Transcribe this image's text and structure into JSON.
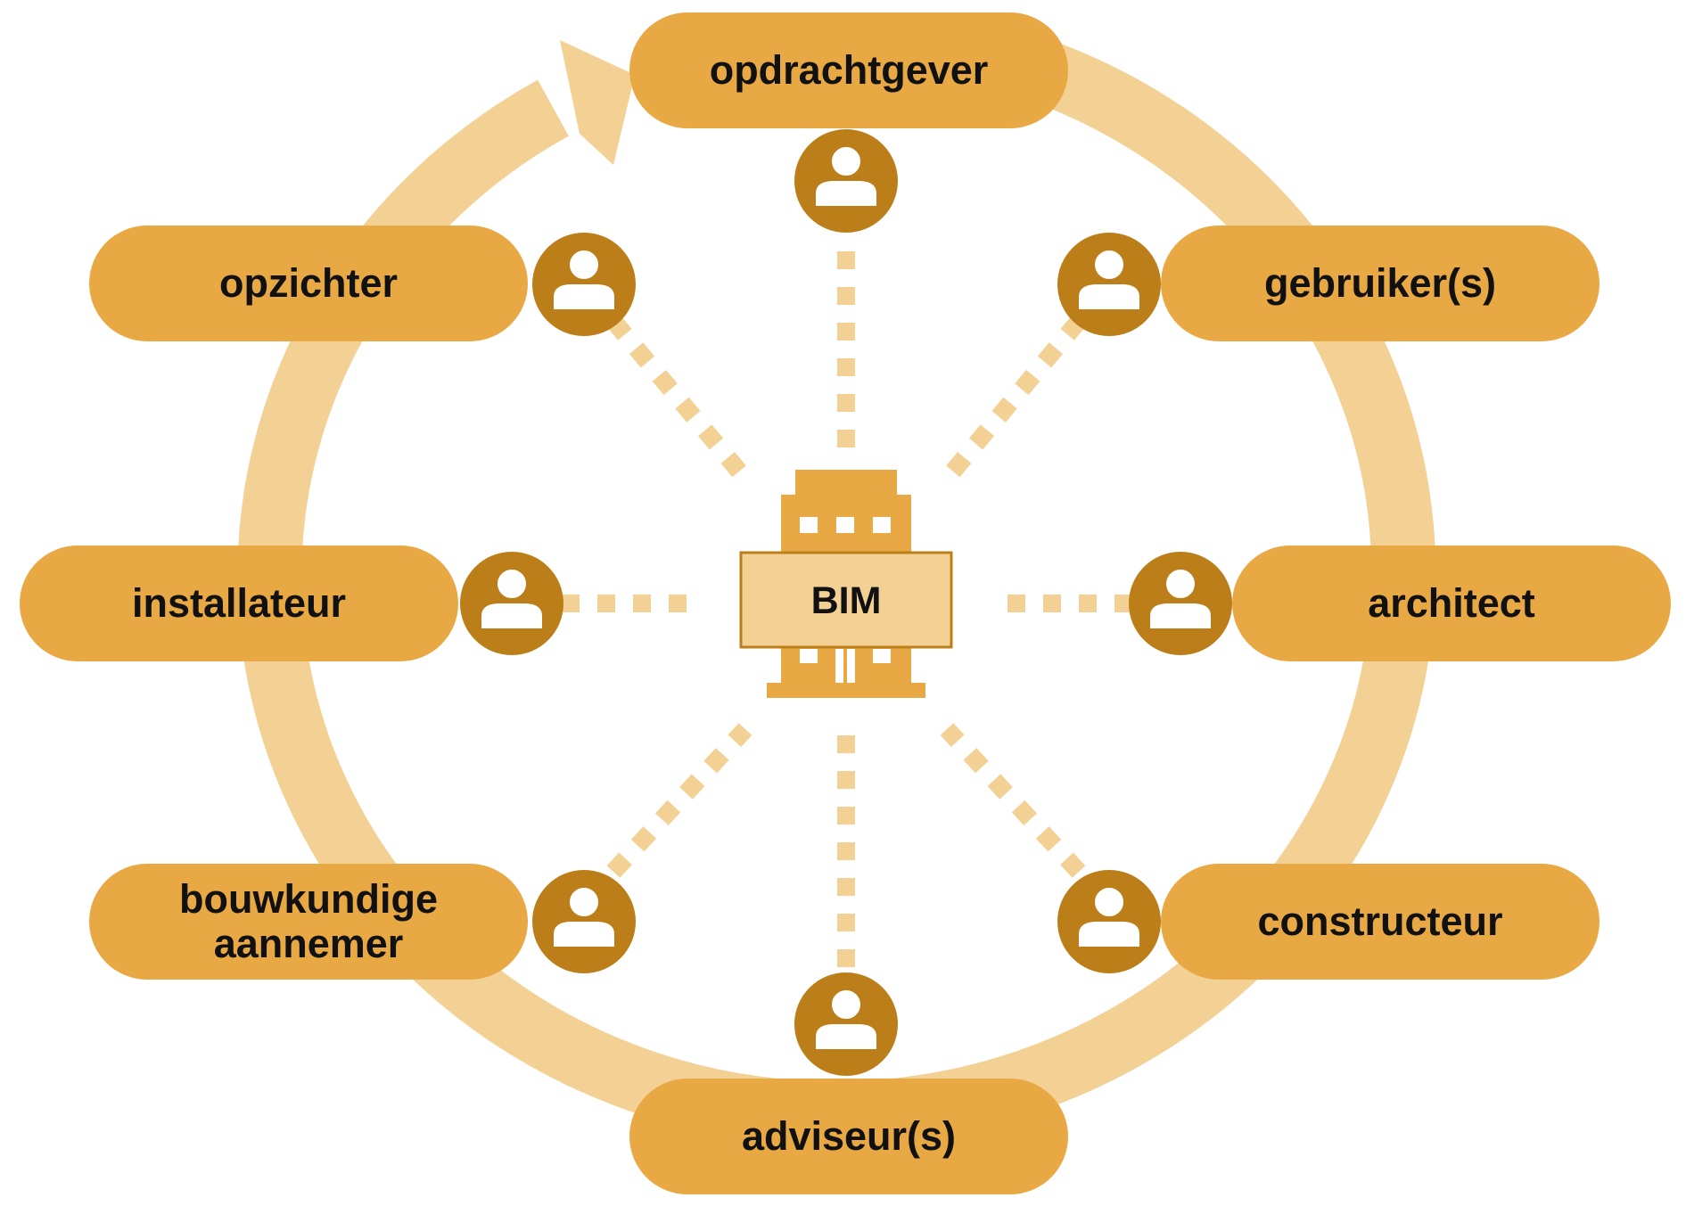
{
  "center": {
    "label": "BIM"
  },
  "colors": {
    "pill": "#E8A944",
    "person": "#BC7E19",
    "ring": "#F3D194",
    "connector": "#F3D194",
    "building": "#E8A944",
    "bim_box": "#F3D194",
    "bim_box_border": "#BC7E19",
    "text": "#111111"
  },
  "roles": [
    {
      "id": "opdrachtgever",
      "lines": [
        "opdrachtgever"
      ]
    },
    {
      "id": "gebruikers",
      "lines": [
        "gebruiker(s)"
      ]
    },
    {
      "id": "architect",
      "lines": [
        "architect"
      ]
    },
    {
      "id": "constructeur",
      "lines": [
        "constructeur"
      ]
    },
    {
      "id": "adviseurs",
      "lines": [
        "adviseur(s)"
      ]
    },
    {
      "id": "bouwkundige-aannemer",
      "lines": [
        "bouwkundige",
        "aannemer"
      ]
    },
    {
      "id": "installateur",
      "lines": [
        "installateur"
      ]
    },
    {
      "id": "opzichter",
      "lines": [
        "opzichter"
      ]
    }
  ],
  "icons": {
    "person": "person-icon",
    "building": "building-icon"
  }
}
